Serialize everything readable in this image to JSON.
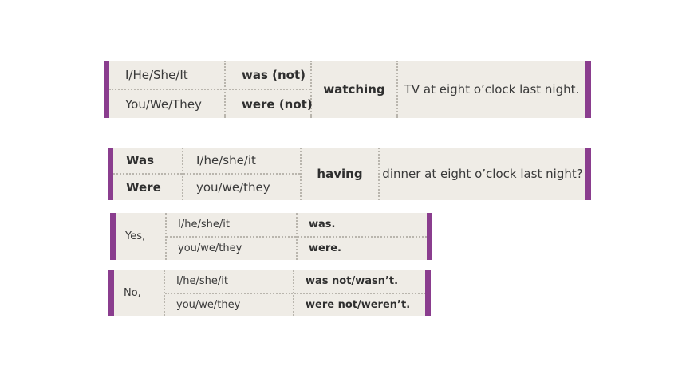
{
  "colors": {
    "accent": "#8a3d8e",
    "panel": "#efece6",
    "divider": "#b9b5ad"
  },
  "affirmative": {
    "subjects": [
      "I/He/She/It",
      "You/We/They"
    ],
    "verbs": [
      "was (not)",
      "were (not)"
    ],
    "main_verb": "watching",
    "complement": "TV at eight o’clock last night."
  },
  "question": {
    "verbs": [
      "Was",
      "Were"
    ],
    "subjects": [
      "I/he/she/it",
      "you/we/they"
    ],
    "main_verb": "having",
    "complement": "dinner at eight o’clock last night?"
  },
  "short_yes": {
    "lead": "Yes,",
    "subjects": [
      "I/he/she/it",
      "you/we/they"
    ],
    "verbs": [
      "was.",
      "were."
    ]
  },
  "short_no": {
    "lead": "No,",
    "subjects": [
      "I/he/she/it",
      "you/we/they"
    ],
    "verbs": [
      "was not/wasn’t.",
      "were not/weren’t."
    ]
  }
}
